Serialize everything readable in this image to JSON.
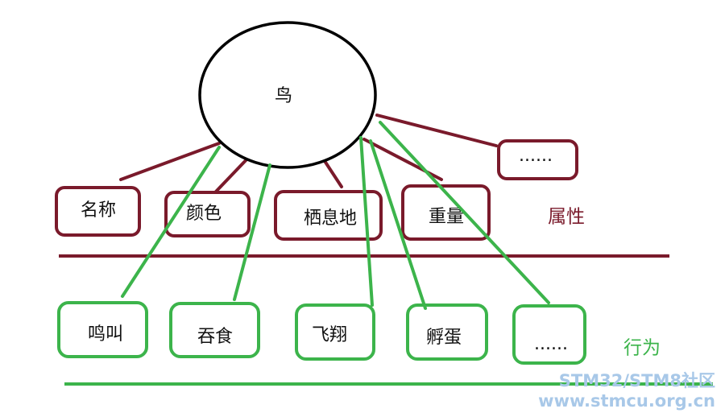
{
  "center": {
    "label": "鸟"
  },
  "attributes": {
    "label": "属性",
    "items": [
      {
        "label": "名称"
      },
      {
        "label": "颜色"
      },
      {
        "label": "栖息地"
      },
      {
        "label": "重量"
      },
      {
        "label": "......"
      }
    ]
  },
  "behaviors": {
    "label": "行为",
    "items": [
      {
        "label": "鸣叫"
      },
      {
        "label": "吞食"
      },
      {
        "label": "飞翔"
      },
      {
        "label": "孵蛋"
      },
      {
        "label": "......"
      }
    ]
  },
  "watermark": {
    "line1": "STM32/STM8社区",
    "line2": "www.stmcu.org.cn"
  },
  "colors": {
    "attribute": "#7a1a2b",
    "behavior": "#3cb44b",
    "center": "#000000",
    "watermark": "#a8c8e8"
  }
}
